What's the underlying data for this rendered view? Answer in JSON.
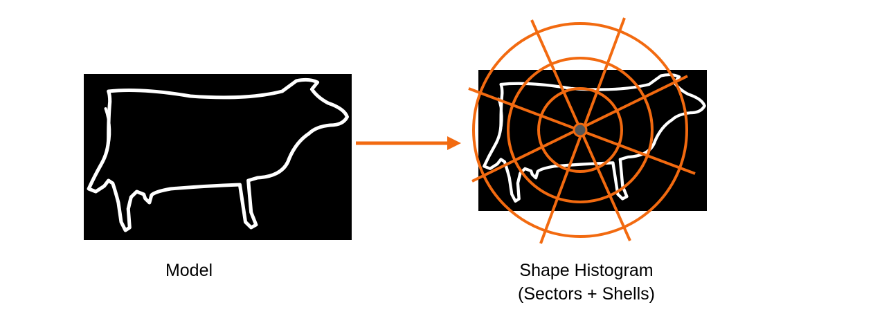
{
  "model_caption": "Model",
  "histogram_caption": {
    "line1": "Shape Histogram",
    "line2": "(Sectors + Shells)"
  },
  "colors": {
    "accent": "#f26a10",
    "panel_background": "#000000",
    "outline": "#ffffff",
    "center_point": "#555555"
  },
  "icons": {
    "arrow": "arrow-right-icon"
  }
}
